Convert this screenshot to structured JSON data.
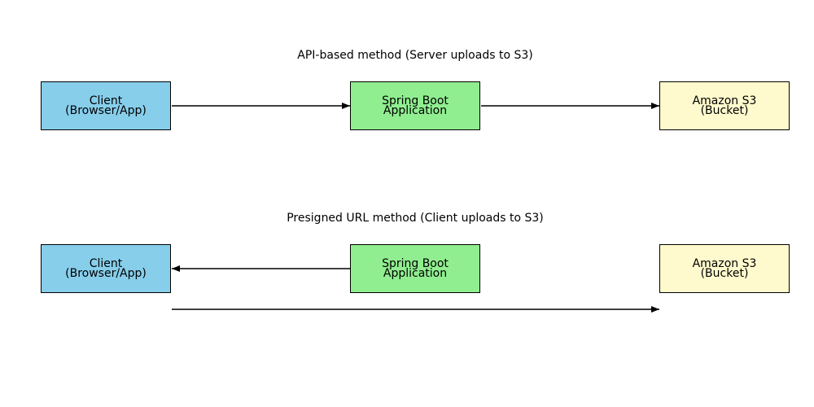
{
  "diagram": {
    "rows": [
      {
        "title": "API-based method (Server uploads to S3)",
        "nodes": [
          {
            "line1": "Client",
            "line2": "(Browser/App)",
            "color": "#87CEEB"
          },
          {
            "line1": "Spring Boot",
            "line2": "Application",
            "color": "#90EE90"
          },
          {
            "line1": "Amazon S3",
            "line2": "(Bucket)",
            "color": "#FFFACD"
          }
        ],
        "edges": [
          {
            "from": "client",
            "to": "spring-boot-application"
          },
          {
            "from": "spring-boot-application",
            "to": "amazon-s3-bucket"
          }
        ]
      },
      {
        "title": "Presigned URL method (Client uploads to S3)",
        "nodes": [
          {
            "line1": "Client",
            "line2": "(Browser/App)",
            "color": "#87CEEB"
          },
          {
            "line1": "Spring Boot",
            "line2": "Application",
            "color": "#90EE90"
          },
          {
            "line1": "Amazon S3",
            "line2": "(Bucket)",
            "color": "#FFFACD"
          }
        ],
        "edges": [
          {
            "from": "spring-boot-application",
            "to": "client"
          },
          {
            "from": "client",
            "to": "amazon-s3-bucket"
          }
        ]
      }
    ]
  }
}
